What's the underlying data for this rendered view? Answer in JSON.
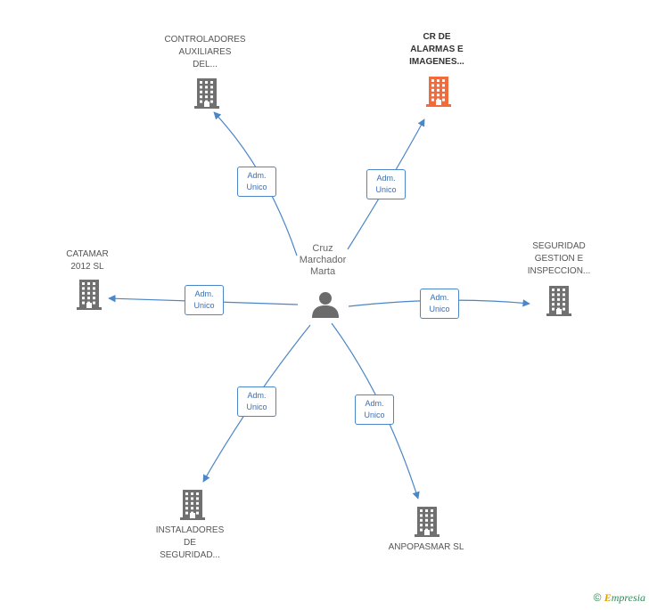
{
  "center": {
    "label": "Cruz\nMarchador\nMarta",
    "icon": "person-icon"
  },
  "relation_label": "Adm.\nUnico",
  "companies": [
    {
      "id": "controladores",
      "label": "CONTROLADORES\nAUXILIARES\nDEL...",
      "icon": "building-icon",
      "highlight": false
    },
    {
      "id": "cr-alarmas",
      "label": "CR DE\nALARMAS E\nIMAGENES...",
      "icon": "building-icon",
      "highlight": true
    },
    {
      "id": "catamar",
      "label": "CATAMAR\n2012 SL",
      "icon": "building-icon",
      "highlight": false
    },
    {
      "id": "seguridad-gestion",
      "label": "SEGURIDAD\nGESTION E\nINSPECCION...",
      "icon": "building-icon",
      "highlight": false
    },
    {
      "id": "instaladores",
      "label": "INSTALADORES\nDE\nSEGURIDAD...",
      "icon": "building-icon",
      "highlight": false
    },
    {
      "id": "anpopasmar",
      "label": "ANPOPASMAR SL",
      "icon": "building-icon",
      "highlight": false
    }
  ],
  "colors": {
    "building": "#707070",
    "highlight": "#f26b3a",
    "edge": "#4a86c8",
    "person": "#6b6b6b"
  },
  "footer": {
    "copyright": "©",
    "brand_initial": "E",
    "brand_rest": "mpresia"
  }
}
